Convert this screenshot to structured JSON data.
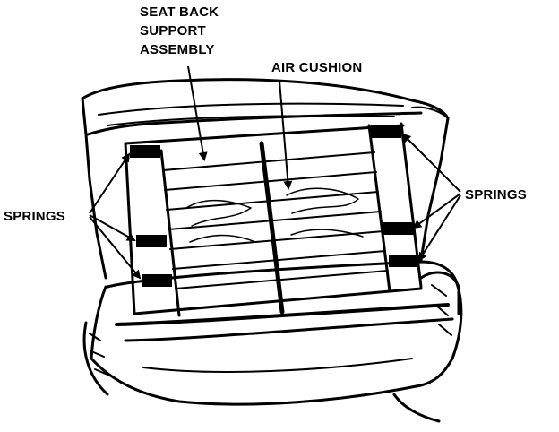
{
  "labels": {
    "seat_back_line1": "SEAT BACK",
    "seat_back_line2": "SUPPORT",
    "seat_back_line3": "ASSEMBLY",
    "air_cushion": "AIR CUSHION",
    "springs_left": "SPRINGS",
    "springs_right": "SPRINGS"
  },
  "colors": {
    "ink": "#000000",
    "paper": "#ffffff"
  }
}
